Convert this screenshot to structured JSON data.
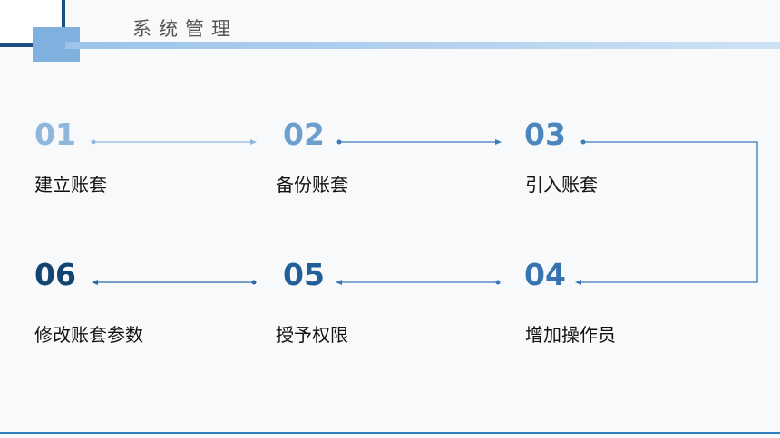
{
  "header": {
    "title": "系统管理"
  },
  "steps": [
    {
      "number": "01",
      "label": "建立账套",
      "color": "#8fb7dc"
    },
    {
      "number": "02",
      "label": "备份账套",
      "color": "#6c9fcf"
    },
    {
      "number": "03",
      "label": "引入账套",
      "color": "#4d86bf"
    },
    {
      "number": "04",
      "label": "增加操作员",
      "color": "#3674b1"
    },
    {
      "number": "05",
      "label": "授予权限",
      "color": "#215f99"
    },
    {
      "number": "06",
      "label": "修改账套参数",
      "color": "#124470"
    }
  ],
  "colors": {
    "connector": "#3a7ab8",
    "accent": "#1a4f80"
  }
}
